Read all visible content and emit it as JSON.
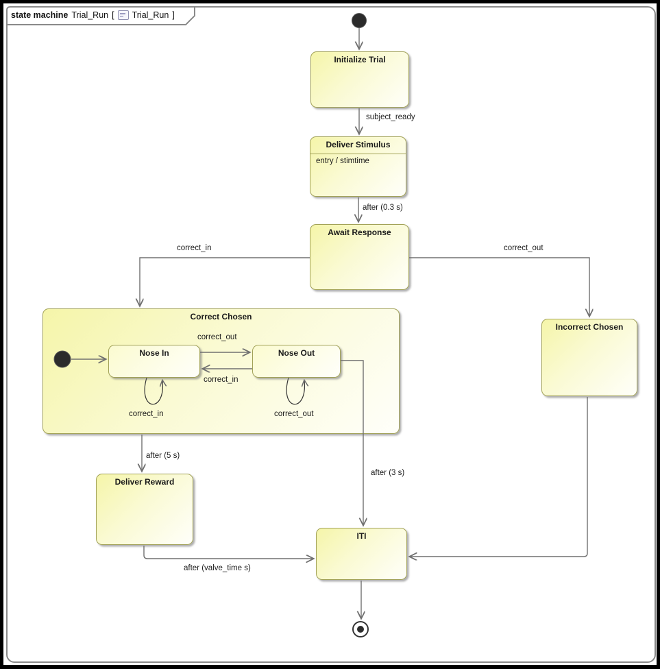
{
  "frame": {
    "kind_label": "state machine",
    "machine_name": "Trial_Run",
    "bracket_open": "[",
    "diagram_name": "Trial_Run",
    "bracket_close": "]"
  },
  "states": {
    "initialize_trial": {
      "label": "Initialize Trial"
    },
    "deliver_stimulus": {
      "label": "Deliver Stimulus",
      "body": "entry / stimtime"
    },
    "await_response": {
      "label": "Await Response"
    },
    "correct_chosen": {
      "label": "Correct Chosen"
    },
    "nose_in": {
      "label": "Nose In"
    },
    "nose_out": {
      "label": "Nose Out"
    },
    "incorrect_chosen": {
      "label": "Incorrect Chosen"
    },
    "deliver_reward": {
      "label": "Deliver Reward"
    },
    "iti": {
      "label": "ITI"
    }
  },
  "transitions": {
    "subject_ready": "subject_ready",
    "after_03s": "after (0.3 s)",
    "correct_in_to_correct_chosen": "correct_in",
    "correct_out_to_incorrect_chosen": "correct_out",
    "nose_in_to_nose_out": "correct_out",
    "nose_out_to_nose_in": "correct_in",
    "nose_in_self_loop": "correct_in",
    "nose_out_self_loop": "correct_out",
    "after_5s": "after (5 s)",
    "after_3s": "after (3 s)",
    "after_valve_time": "after (valve_time s)"
  },
  "icons": {
    "diagram_icon": "state-machine-diagram-icon",
    "initial_pseudostate": "filled-circle",
    "final_state": "bullseye-circle"
  },
  "colors": {
    "state_fill": "#f5f5a9",
    "state_fill_light": "#fffffa",
    "state_border": "#a2a258",
    "transition_line": "#707070",
    "frame_border": "#8a8a8a",
    "text": "#1a1a1a",
    "pseudostate_fill": "#2b2b2b"
  }
}
